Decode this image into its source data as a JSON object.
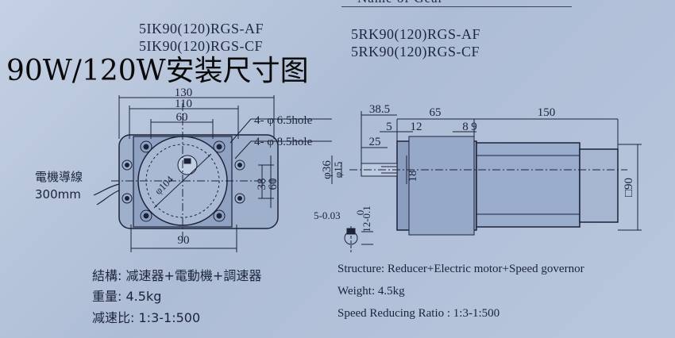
{
  "header": {
    "name_of_gear": "Name of Gear",
    "models_left": [
      "5IK90(120)RGS-AF",
      "5IK90(120)RGS-CF"
    ],
    "models_right": [
      "5RK90(120)RGS-AF",
      "5RK90(120)RGS-CF"
    ]
  },
  "overlay_title": "90W/120W安装尺寸图",
  "front_view": {
    "dims": {
      "w130": "130",
      "w110": "110",
      "w60": "60",
      "w90": "90",
      "h38": "38",
      "h60": "60",
      "dia104": "φ104"
    },
    "hole_labels": [
      "4- φ 6.5hole",
      "4- φ 8.5hole"
    ],
    "cable_label": [
      "電機導線",
      "300mm"
    ]
  },
  "side_view": {
    "dims": {
      "d38_5": "38.5",
      "d65": "65",
      "d150": "150",
      "d5": "5",
      "d12": "12",
      "d8": "8",
      "d9": "9",
      "d25": "25",
      "phi36": "φ36",
      "phi15": "φ15",
      "d18": "18",
      "sq90": "□90",
      "tol": "5-0.03",
      "zero": "0",
      "tol2": "12-0.1"
    }
  },
  "info_cn": [
    {
      "label": "結構:",
      "value": "减速器+電動機+調速器"
    },
    {
      "label": "重量:",
      "value": "4.5kg"
    },
    {
      "label": "减速比:",
      "value": "1:3-1:500"
    }
  ],
  "info_en": [
    "Structure: Reducer+Electric motor+Speed governor",
    "Weight: 4.5kg",
    "Speed Reducing Ratio : 1:3-1:500"
  ]
}
